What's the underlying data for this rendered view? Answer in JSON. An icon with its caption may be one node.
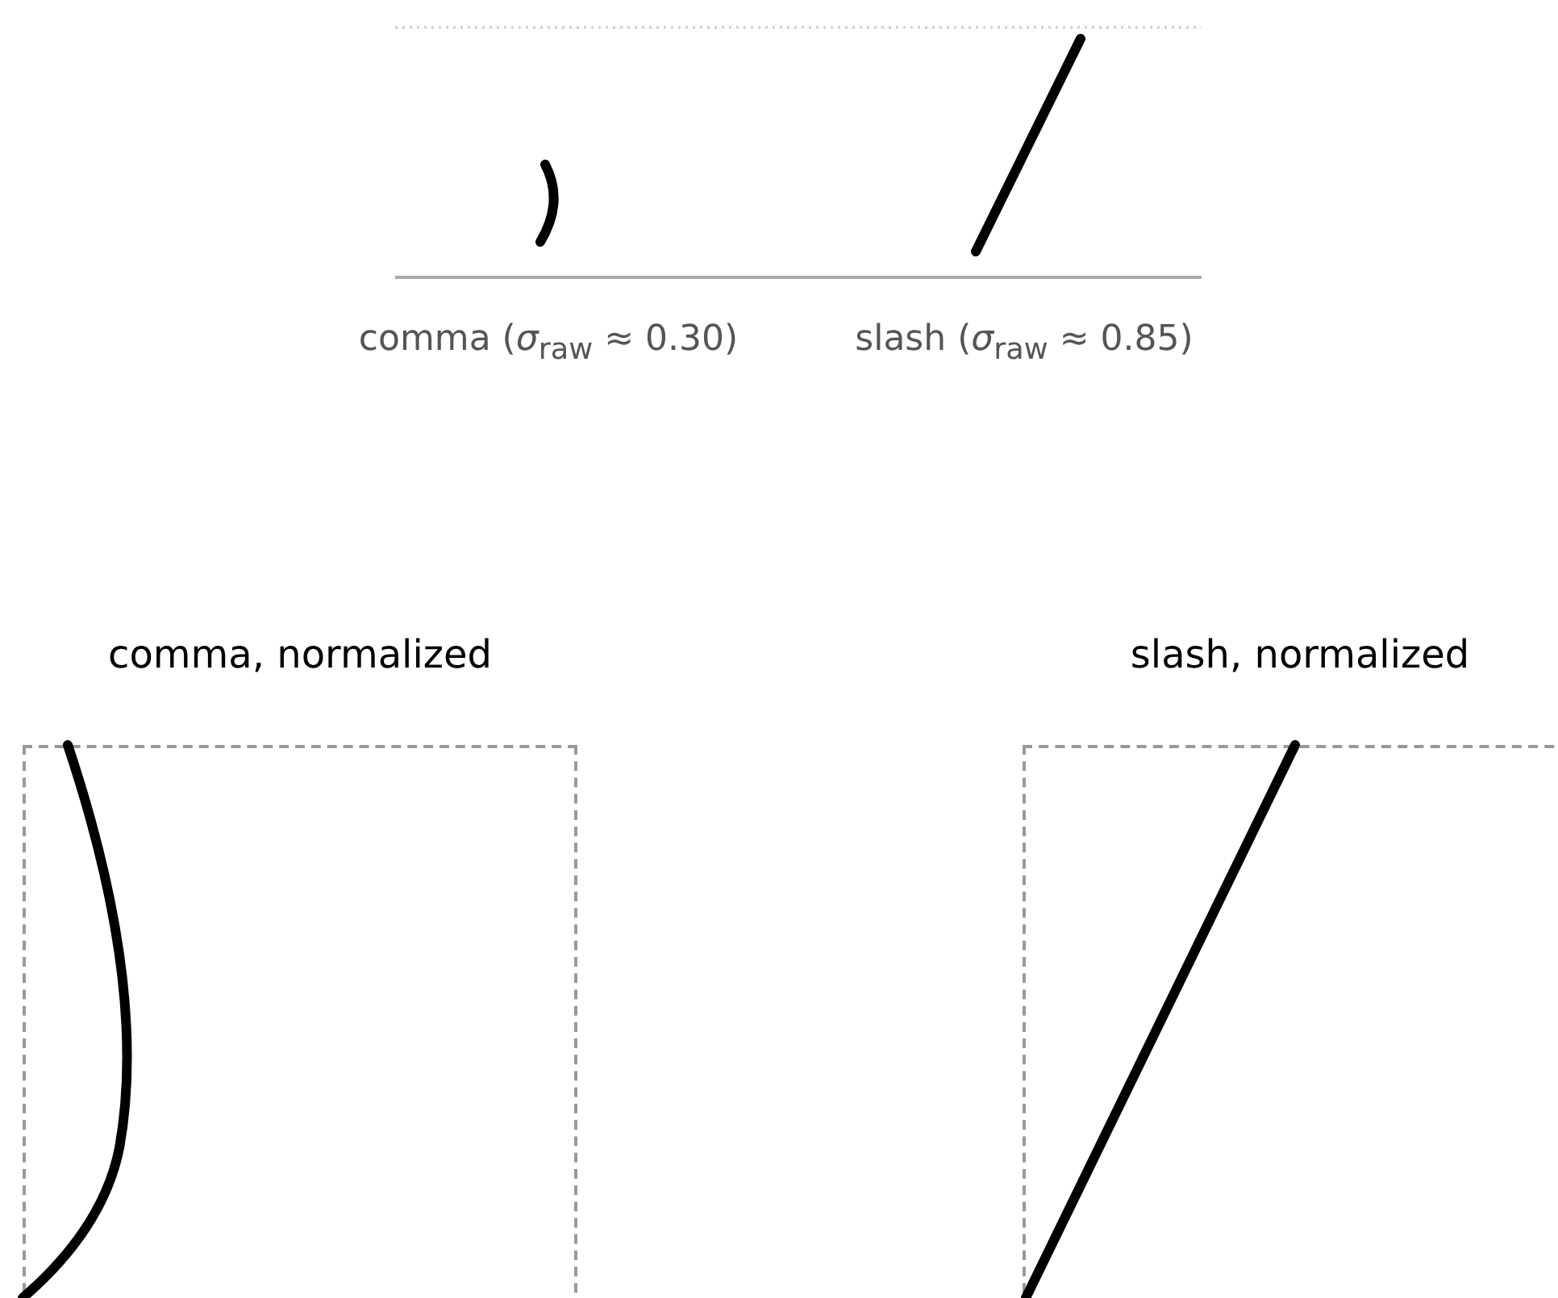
{
  "diagram": {
    "nodes": [
      {
        "text": [
          "comma, normalized"
        ]
      },
      {
        "text": [
          "slash, normalized"
        ]
      }
    ],
    "labels": [
      "comma (*σ*$_{raw}$ ≈ 0.30)",
      "slash (*σ*$_{raw}$ ≈ 0.85)"
    ]
  }
}
